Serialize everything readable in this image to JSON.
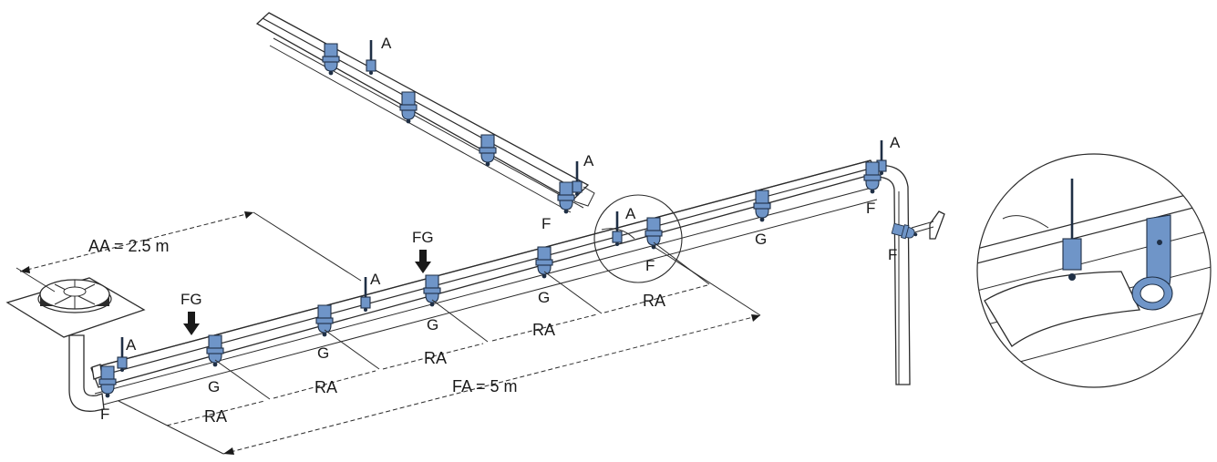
{
  "labels": {
    "anchor": "A",
    "fixed_point": "F",
    "sliding_point": "G",
    "force": "FG",
    "spacing_ra": "RA"
  },
  "dimensions": {
    "aa": "AA = 2.5 m",
    "fa": "FA = 5 m"
  },
  "colors": {
    "clamp": "#6f95c8",
    "line": "#2b2b2b"
  },
  "icons": [
    "roof-drain-icon",
    "force-arrow-icon",
    "wall-bracket-icon",
    "threaded-rod-icon"
  ]
}
